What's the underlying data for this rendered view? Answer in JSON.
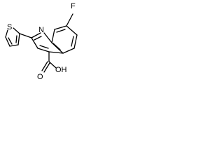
{
  "molecule": {
    "atoms": {
      "fluorine": "F",
      "nitrogen": "N",
      "sulfur": "S",
      "oxygen": "O",
      "hydroxyl": "OH"
    }
  }
}
